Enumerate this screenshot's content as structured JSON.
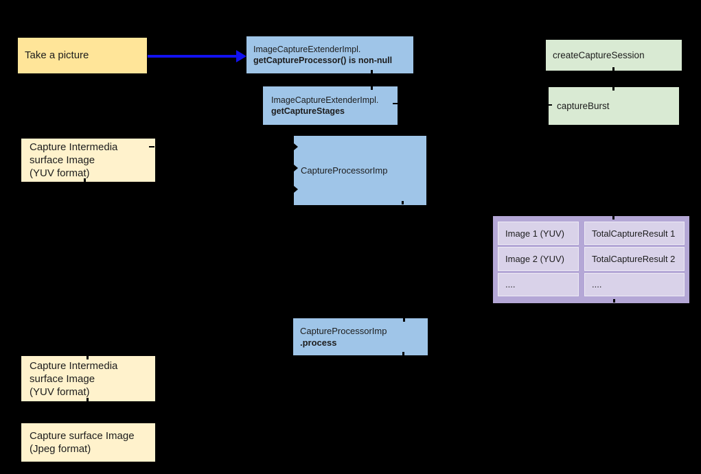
{
  "colors": {
    "background": "#000000",
    "yellow_box": "#ffe599",
    "cream_box": "#fff2cc",
    "blue_box": "#9fc5e8",
    "green_box": "#d9ead3",
    "purple_outer": "#b4a7d6",
    "purple_cell": "#d9d2e9",
    "arrow_blue": "#1212f0",
    "text": "#1c1c1c"
  },
  "nodes": {
    "take_picture": {
      "label": "Take a picture"
    },
    "processor_nonnull": {
      "line1": "ImageCaptureExtenderImpl.",
      "line2": "getCaptureProcessor() is non-null"
    },
    "capture_stages": {
      "line1": "ImageCaptureExtenderImpl.",
      "line2": "getCaptureStages"
    },
    "intermedia_top": {
      "label": "Capture Intermedia\nsurface Image\n(YUV format)"
    },
    "capture_processor": {
      "label": "CaptureProcessorImp"
    },
    "create_capture_session": {
      "label": "createCaptureSession"
    },
    "capture_burst": {
      "label": "captureBurst"
    },
    "process_box": {
      "line1": "CaptureProcessorImp",
      "line2": ".process"
    },
    "intermedia_bottom": {
      "label": "Capture Intermedia\nsurface Image\n(YUV format)"
    },
    "capture_surface": {
      "label": "Capture surface Image\n(Jpeg format)"
    }
  },
  "capture_results_table": {
    "rows": [
      [
        "Image 1 (YUV)",
        "TotalCaptureResult 1"
      ],
      [
        "Image 2 (YUV)",
        "TotalCaptureResult 2"
      ],
      [
        "....",
        "...."
      ]
    ]
  }
}
